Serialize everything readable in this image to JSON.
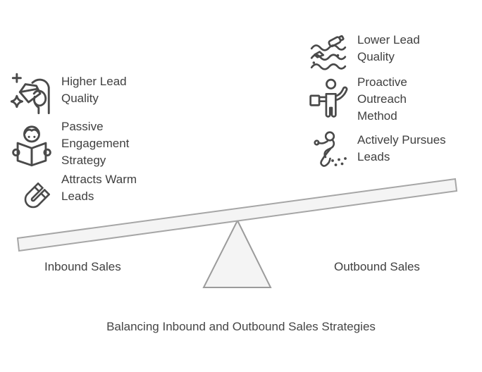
{
  "diagram": {
    "caption": "Balancing Inbound and Outbound Sales Strategies",
    "left_side": {
      "label": "Inbound Sales",
      "items": [
        {
          "icon": "hand-holding-diamond-icon",
          "label": "Higher Lead\nQuality"
        },
        {
          "icon": "person-reading-book-icon",
          "label": "Passive\nEngagement\nStrategy"
        },
        {
          "icon": "magnet-icon",
          "label": "Attracts Warm\nLeads"
        }
      ]
    },
    "right_side": {
      "label": "Outbound Sales",
      "items": [
        {
          "icon": "floating-debris-icon",
          "label": "Lower Lead\nQuality"
        },
        {
          "icon": "person-waving-box-icon",
          "label": "Proactive\nOutreach\nMethod"
        },
        {
          "icon": "person-pursuing-icon",
          "label": "Actively Pursues\nLeads"
        }
      ]
    },
    "colors": {
      "background": "#ffffff",
      "text": "#3f3f3f",
      "icon_stroke": "#4a4a4a",
      "beam_fill": "#f4f4f4",
      "beam_stroke": "#a6a6a6",
      "fulcrum_fill": "#f4f4f4",
      "fulcrum_stroke": "#9b9b9b"
    }
  }
}
